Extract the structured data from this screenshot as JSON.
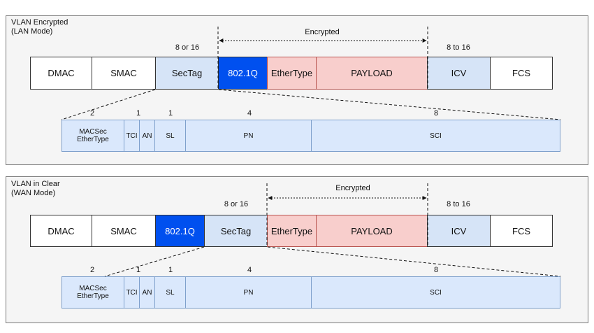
{
  "colors": {
    "panel_bg": "#f5f5f5",
    "plain": "#ffffff",
    "sectag": "#d6e4f7",
    "vlan": "#0050ef",
    "encrypted": "#f8cecc",
    "icv": "#d6e4f7",
    "sub": "#dae8fc"
  },
  "top": {
    "title": "VLAN Encrypted\n(LAN Mode)",
    "encrypted_label": "Encrypted",
    "size_sectag": "8 or 16",
    "size_icv": "8 to 16",
    "frame": {
      "dmac": "DMAC",
      "smac": "SMAC",
      "sectag": "SecTag",
      "vlan": "802.1Q",
      "ethertype": "EtherType",
      "payload": "PAYLOAD",
      "icv": "ICV",
      "fcs": "FCS"
    },
    "sub_sizes": [
      "2",
      "1",
      "1",
      "4",
      "8"
    ],
    "sub": {
      "macsec": "MACSec\nEtherType",
      "tci": "TCI",
      "an": "AN",
      "sl": "SL",
      "pn": "PN",
      "sci": "SCI"
    }
  },
  "bottom": {
    "title": "VLAN in Clear\n(WAN Mode)",
    "encrypted_label": "Encrypted",
    "size_sectag": "8 or 16",
    "size_icv": "8 to 16",
    "frame": {
      "dmac": "DMAC",
      "smac": "SMAC",
      "vlan": "802.1Q",
      "sectag": "SecTag",
      "ethertype": "EtherType",
      "payload": "PAYLOAD",
      "icv": "ICV",
      "fcs": "FCS"
    },
    "sub_sizes": [
      "2",
      "1",
      "1",
      "4",
      "8"
    ],
    "sub": {
      "macsec": "MACSec\nEtherType",
      "tci": "TCI",
      "an": "AN",
      "sl": "SL",
      "pn": "PN",
      "sci": "SCI"
    }
  }
}
